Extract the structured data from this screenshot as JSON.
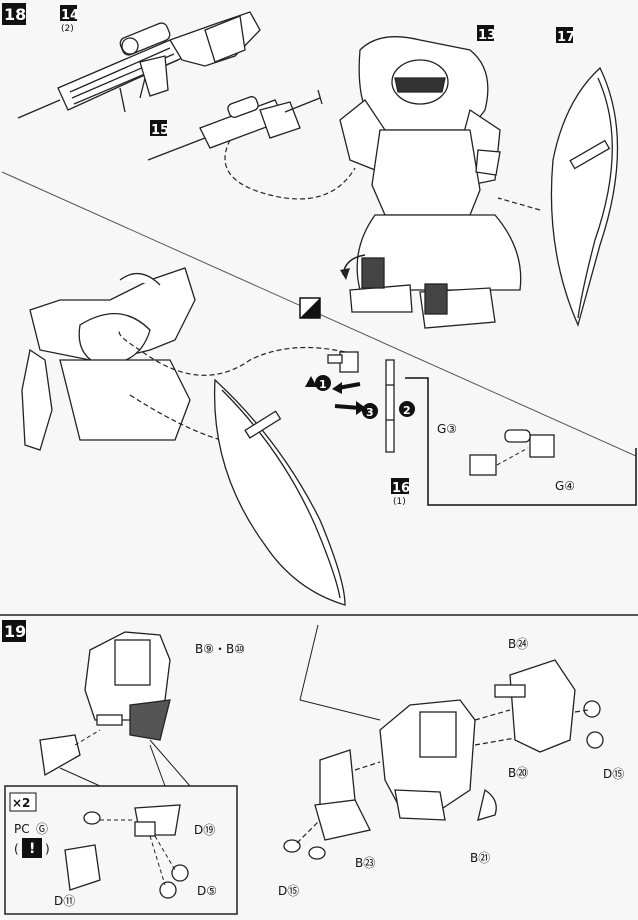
{
  "step18": {
    "number": "18",
    "parts": {
      "p14": "14",
      "p14_qty": "(2)",
      "p15": "15",
      "p13": "13",
      "p17": "17",
      "p16": "16",
      "p16_qty": "(1)"
    },
    "callouts": {
      "g3": "G③",
      "g4": "G④"
    },
    "sequence": [
      "1",
      "2",
      "3"
    ]
  },
  "step19": {
    "number": "19",
    "labels": {
      "b9_b10": "B⑨・B⑩",
      "b24": "B㉔",
      "b20": "B⑳",
      "b21": "B㉑",
      "b23": "B㉓",
      "d15_right": "D⑮",
      "d15_left": "D⑮"
    },
    "inset": {
      "multiplier": "×2",
      "pc": "PC",
      "pc_g": "Ⓖ",
      "warn_open": "(",
      "warn_mark": "!",
      "warn_close": ")",
      "d19": "D⑲",
      "d11": "D⑪",
      "d5": "D⑤"
    }
  }
}
